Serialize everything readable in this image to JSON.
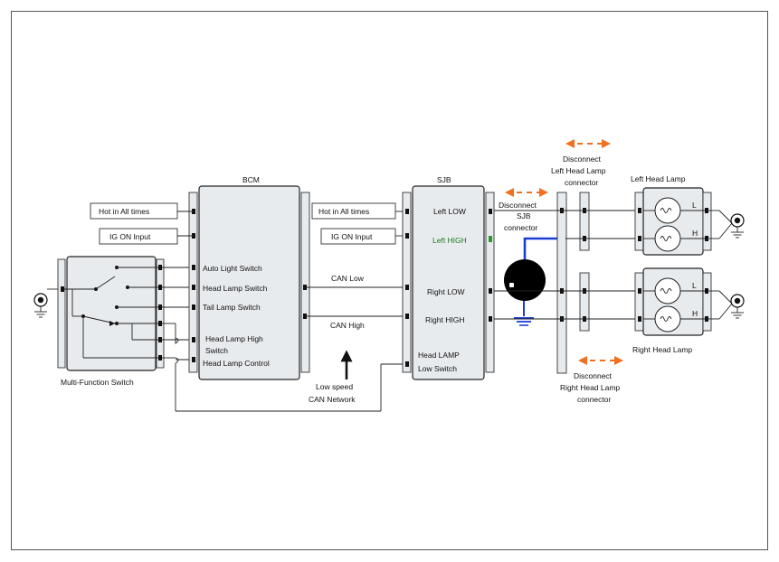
{
  "modules": {
    "bcm": {
      "title": "BCM"
    },
    "sjb": {
      "title": "SJB"
    },
    "multi_function_switch": {
      "title": "Multi-Function Switch"
    }
  },
  "bcm_inputs": {
    "hot": "Hot in All times",
    "ig": "IG ON Input"
  },
  "bcm_pins": {
    "auto_light": "Auto Light Switch",
    "head_lamp": "Head Lamp Switch",
    "tail_lamp": "Tail Lamp Switch",
    "head_lamp_high_1": "Head Lamp High",
    "head_lamp_high_2": "Switch",
    "head_lamp_control": "Head Lamp Control"
  },
  "sjb_inputs": {
    "hot": "Hot in All times",
    "ig": "IG ON Input"
  },
  "sjb_pins": {
    "left_low": "Left LOW",
    "left_high": "Left HIGH",
    "right_low": "Right LOW",
    "right_high": "Right HIGH",
    "head_lamp_low_1": "Head LAMP",
    "head_lamp_low_2": "Low Switch"
  },
  "can": {
    "low": "CAN Low",
    "high": "CAN High",
    "network_1": "Low speed",
    "network_2": "CAN Network"
  },
  "annotations": {
    "disconnect_sjb": [
      "Disconnect",
      "SJB",
      "connector"
    ],
    "disconnect_left": [
      "Disconnect",
      "Left Head Lamp",
      "connector"
    ],
    "disconnect_right": [
      "Disconnect",
      "Right Head Lamp",
      "connector"
    ]
  },
  "lamps": {
    "left": {
      "title": "Left Head Lamp",
      "low": "L",
      "high": "H"
    },
    "right": {
      "title": "Right Head Lamp",
      "low": "L",
      "high": "H"
    }
  },
  "colors": {
    "arrow": "#f07020",
    "ground_wire": "#1a3fd6",
    "active_pin": "#2a9a2a",
    "active_text": "#1f7a1f"
  }
}
